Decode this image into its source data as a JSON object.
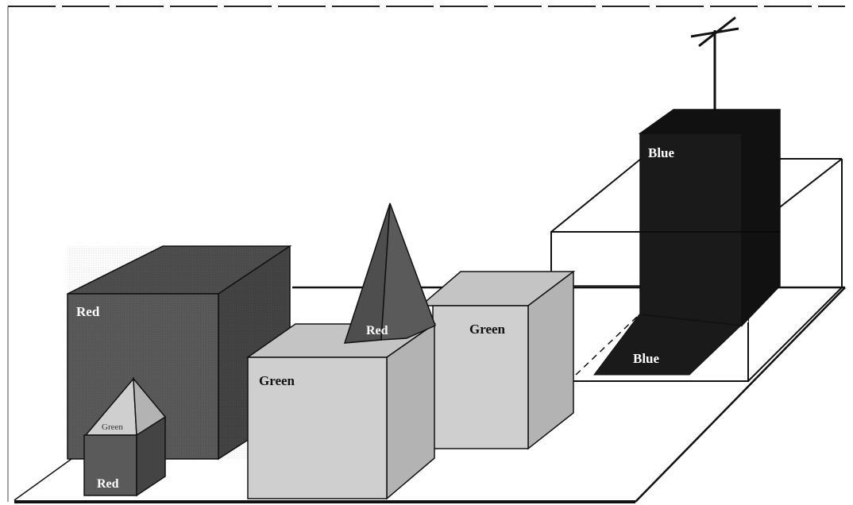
{
  "labels": {
    "red_large": "Red",
    "green_small_pyramid": "Green",
    "red_small_cube": "Red",
    "green_center": "Green",
    "red_pyramid": "Red",
    "green_back": "Green",
    "blue_block": "Blue",
    "blue_shadow": "Blue"
  },
  "colors": {
    "red_front": "#5a5a5a",
    "red_top": "#4e4e4e",
    "red_side": "#444444",
    "green_front": "#cfcfcf",
    "green_top": "#c4c4c4",
    "green_side": "#b3b3b3",
    "blue_front": "#1a1a1a",
    "blue_side": "#111111",
    "outline": "#111111",
    "background": "#ffffff"
  }
}
